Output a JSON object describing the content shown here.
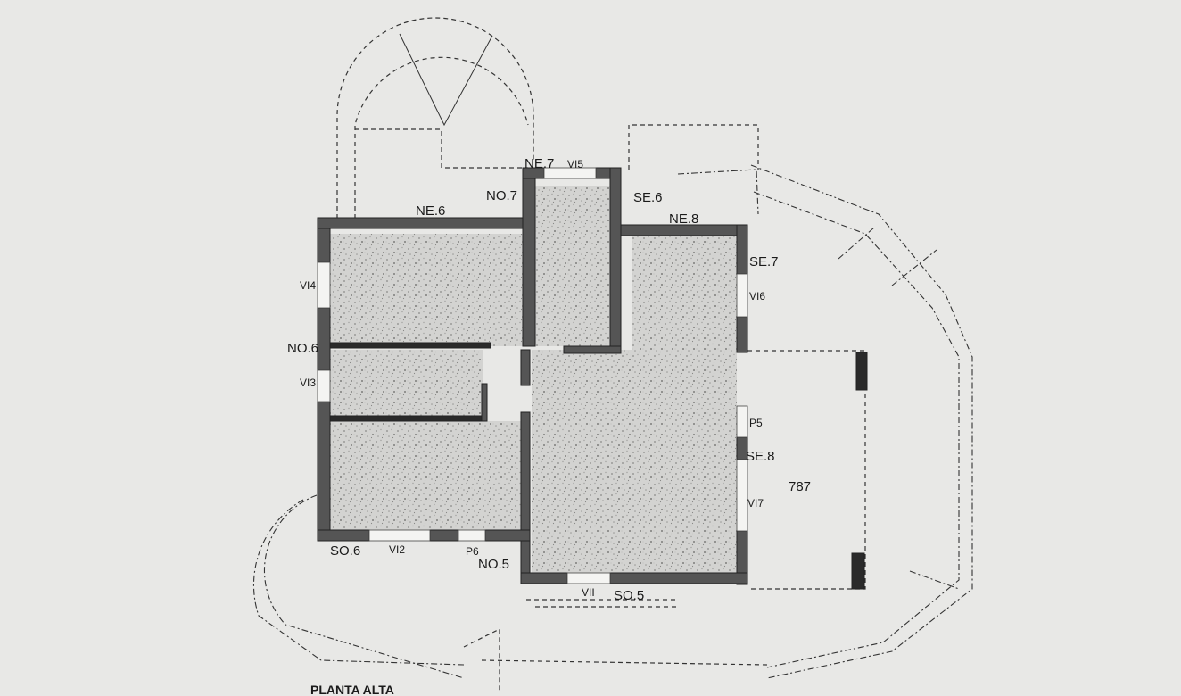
{
  "plan": {
    "title": "PLANTA ALTA",
    "labels": {
      "ne7": "NE.7",
      "vi5": "VI5",
      "no7": "NO.7",
      "se6": "SE.6",
      "ne6": "NE.6",
      "ne8": "NE.8",
      "se7": "SE.7",
      "vi4": "VI4",
      "vi6": "VI6",
      "no6": "NO.6",
      "vi3": "VI3",
      "p5": "P5",
      "se8": "SE.8",
      "area": "787",
      "vi7": "VI7",
      "so6": "SO.6",
      "vi2": "VI2",
      "p6": "P6",
      "no5": "NO.5",
      "vi1": "VII",
      "so5": "SO.5"
    }
  },
  "colors": {
    "wall": "#555555",
    "background": "#e8e8e6"
  }
}
